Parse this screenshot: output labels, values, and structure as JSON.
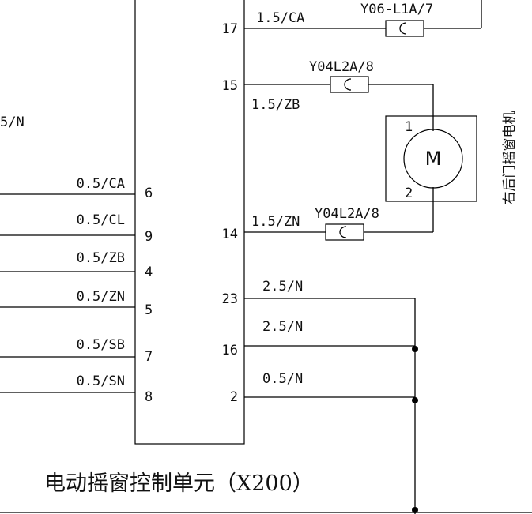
{
  "unit": {
    "title": "电动摇窗控制单元（X200）",
    "left_pins": [
      {
        "wire": "0.5/CA",
        "pin": "6"
      },
      {
        "wire": "0.5/CL",
        "pin": "9"
      },
      {
        "wire": "0.5/ZB",
        "pin": "4"
      },
      {
        "wire": "0.5/ZN",
        "pin": "5"
      },
      {
        "wire": "0.5/SB",
        "pin": "7"
      },
      {
        "wire": "0.5/SN",
        "pin": "8"
      }
    ],
    "right_pins": [
      {
        "wire": "1.5/CA",
        "pin": "17"
      },
      {
        "wire": "1.5/ZB",
        "pin": "15"
      },
      {
        "wire": "1.5/ZN",
        "pin": "14"
      },
      {
        "wire": "2.5/N",
        "pin": "23"
      },
      {
        "wire": "2.5/N",
        "pin": "16"
      },
      {
        "wire": "0.5/N",
        "pin": "2"
      }
    ]
  },
  "left_partial_label": "5/N",
  "connectors": {
    "top": "Y06-L1A/7",
    "upper": "Y04L2A/8",
    "lower": "Y04L2A/8"
  },
  "motor": {
    "symbol": "M",
    "terminal_1": "1",
    "terminal_2": "2",
    "name": "右后门摇窗电机"
  }
}
